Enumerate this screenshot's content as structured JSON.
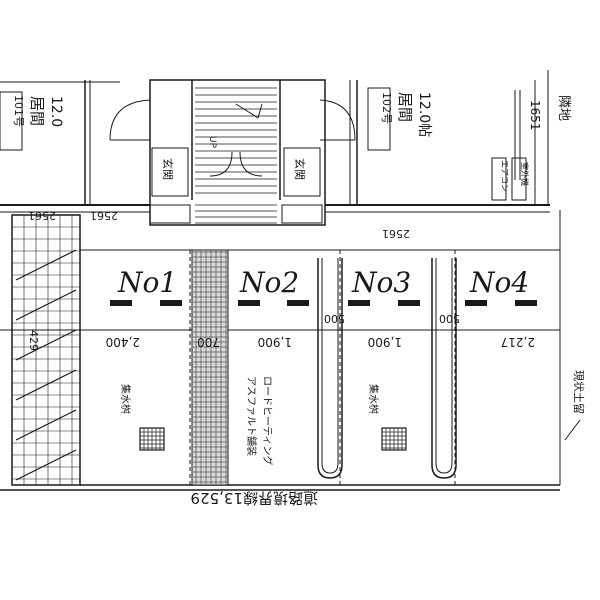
{
  "units": {
    "unit_101": {
      "room": "101号",
      "label": "居間",
      "size": "12.0"
    },
    "unit_102": {
      "room": "102号",
      "label": "居間",
      "size": "12.0帖"
    }
  },
  "labels": {
    "entrance_left": "玄関",
    "entrance_right": "玄関",
    "up": "UP",
    "neighbor": "隣地",
    "aircon": "エアコン",
    "outdoor_unit": "室外機",
    "existing_retaining": "現状土留",
    "catch_basin_1": "集水桝",
    "catch_basin_2": "集水桝",
    "asphalt": "アスファルト舗装",
    "road_heating": "ロードヒーティング",
    "boundary": "道路境界線13,529",
    "neighbor_dim": "1651"
  },
  "dimensions": {
    "top_left": "2561",
    "top_right": "2561",
    "top_right2": "2561",
    "stair_429": "429",
    "w1": "2,400",
    "w2": "700",
    "w3": "1,900",
    "w4": "1,900",
    "w5": "2,217",
    "gap1": "500",
    "gap2": "500"
  },
  "parking": [
    {
      "label": "No1"
    },
    {
      "label": "No2"
    },
    {
      "label": "No3"
    },
    {
      "label": "No4"
    }
  ]
}
